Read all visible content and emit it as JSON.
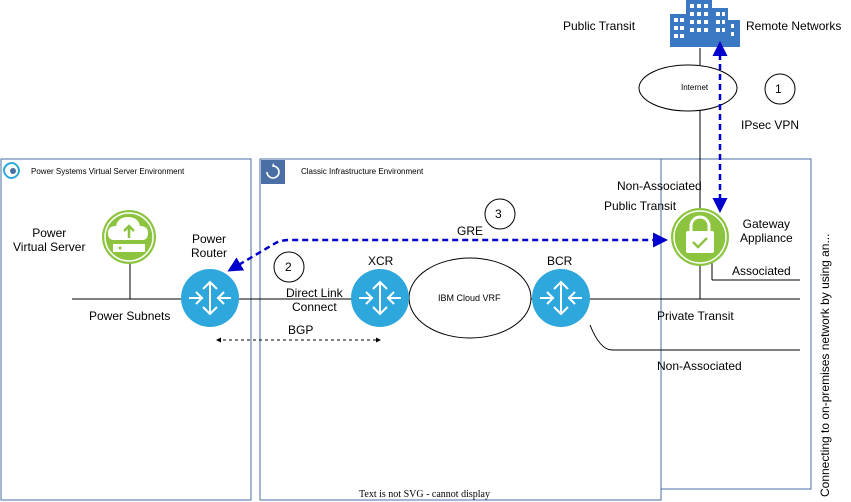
{
  "environments": {
    "power": "Power Systems Virtual Server Environment",
    "classic": "Classic Infrastructure Environment"
  },
  "labels": {
    "public_transit_top": "Public Transit",
    "remote_networks": "Remote Networks",
    "internet": "Internet",
    "ipsec_vpn": "IPsec VPN",
    "non_associated_top": "Non-Associated",
    "public_transit": "Public Transit",
    "gateway_appliance": "Gateway\nAppliance",
    "associated": "Associated",
    "gre": "GRE",
    "power_virtual_server": "Power\nVirtual Server",
    "power_router": "Power\nRouter",
    "xcr": "XCR",
    "bcr": "BCR",
    "direct_link": "Direct Link\nConnect",
    "ibm_cloud_vrf": "IBM Cloud VRF",
    "power_subnets": "Power Subnets",
    "bgp": "BGP",
    "private_transit": "Private Transit",
    "non_associated_bottom": "Non-Associated",
    "svg_note": "Text is not SVG - cannot display",
    "side_caption": "Connecting to on-premises network by using an..."
  },
  "steps": [
    "1",
    "2",
    "3"
  ],
  "colors": {
    "router_blue": "#2ea8dc",
    "cloud_green": "#8cc43f",
    "building_blue": "#3b78c3",
    "border_blue": "#4a6fa5",
    "dashed_blue": "#0000cc"
  }
}
